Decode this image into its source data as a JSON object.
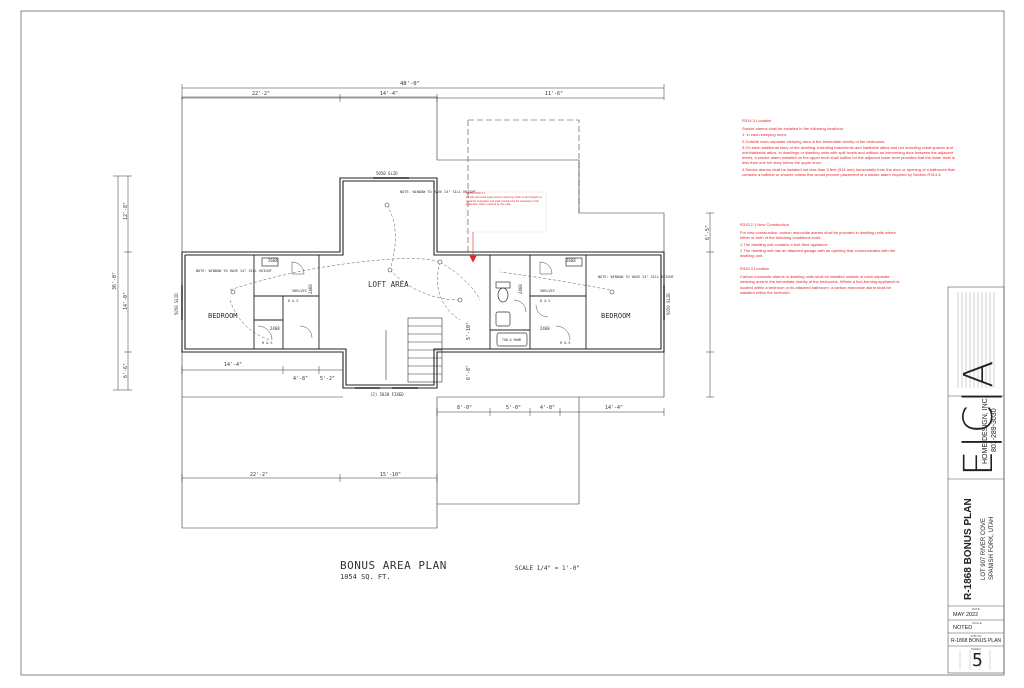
{
  "plan": {
    "title": "BONUS AREA PLAN",
    "area": "1054 SQ. FT.",
    "scale": "SCALE 1/4\" = 1'-0\"",
    "dims_top": {
      "overall": "48'-0\"",
      "seg1": "22'-2\"",
      "seg2": "14'-4\"",
      "seg3": "11'-6\""
    },
    "dims_left": {
      "overall": "36'-0\"",
      "a": "12'-8\"",
      "b": "14'-0\"",
      "c": "6'-6\""
    },
    "dims_right": {
      "a": "6'-5\"",
      "b": "5'-10\"",
      "c": "6'-8\""
    },
    "dims_bottom": {
      "left_total": "22'-2\"",
      "mid": "15'-10\"",
      "room1": "14'-4\"",
      "c1": "4'-8\"",
      "c2": "5'-2\"",
      "r1": "8'-0\"",
      "r2": "5'-0\"",
      "r3": "4'-8\"",
      "r4": "14'-4\""
    },
    "rooms": {
      "bedroom_left": "BEDROOM",
      "bedroom_right": "BEDROOM",
      "loft": "LOFT AREA",
      "shelves": "SHELVES",
      "rs": "R & S",
      "tub": "TUB & SHWR"
    },
    "doors": {
      "d1": "2668",
      "d2": "2468",
      "d3": "2468",
      "d4": "2668",
      "d5": "2468",
      "d6": "2468"
    },
    "windows": {
      "top": "5050 SLID",
      "left": "5050 SLID",
      "right": "5050 SLID",
      "bottom": "(2) 5020 FIXED"
    },
    "window_notes": {
      "top": "NOTE: WINDOW TO HAVE 24\" SILL HEIGHT",
      "left": "NOTE: WINDOW TO HAVE 24\" SILL HEIGHT",
      "right": "NOTE: WINDOW TO HAVE 24\" SILL HEIGHT"
    }
  },
  "notes": {
    "smoke": {
      "heading": "R314.3 Location",
      "intro": "Smoke alarms shall be installed in the following locations:",
      "items": [
        "1. In each sleeping room.",
        "2.Outside each separate sleeping area in the immediate vicinity of the bedrooms.",
        "3.On each additional story of the dwelling, including basements and habitable attics and not including crawl spaces and uninhabitable attics. In dwellings or dwelling units with split levels and without an intervening door between the adjacent levels, a smoke alarm installed on the upper level shall suffice for the adjacent lower level provided that the lower level is less than one full story below the upper level.",
        "4.Smoke alarms shall be installed not less than 3 feet (914 mm) horizontally from the door or opening of a bathroom that contains a bathtub or shower unless this would prevent placement of a smoke alarm required by Section R314.3."
      ]
    },
    "co": {
      "heading": "R315.2.1 New Construction",
      "intro": "For new construction, carbon monoxide alarms shall be provided in dwelling units where either or both of the following conditions exist:",
      "items": [
        "1.The dwelling unit contains a fuel-fired appliance",
        "2.The dwelling unit has an attached garage with an opening that communicates with the dwelling unit."
      ]
    },
    "co_location": {
      "heading": "R315.3 Location",
      "body": "Carbon monoxide alarms in dwelling units shall be installed outside of each separate sleeping area in the immediate vicinity of the bedrooms. Where a fuel-burning appliance is located within a bedroom or its attached bathroom, a carbon monoxide alarm shall be installed within the bedroom."
    },
    "center": {
      "heading": "NOTE: R302.4.1",
      "body": "All attic and crawl space access openings shall not be located in a rated fire separation and shall maintain the fire resistance of the separation where required by the code."
    }
  },
  "title_block": {
    "firm_logo": "E|C|A",
    "firm_name": "HOME DESIGN, INC.",
    "firm_phone": "801-289-3030",
    "project_title": "R-1868 BONUS PLAN",
    "project_address_1": "LOT 907 RIVER COVE",
    "project_address_2": "SPANISH FORK, UTAH",
    "date_caption": "DATE",
    "date": "MAY 2022",
    "scale_caption": "SCALE",
    "scale": "NOTED",
    "job_caption": "JOB NO.",
    "job": "R-1868 BONUS PLAN",
    "sheet_caption": "SHEET",
    "sheet": "5"
  },
  "colors": {
    "line": "#2b2b2b",
    "note_red": "#e3262b",
    "hatch": "#7a7a7a"
  }
}
